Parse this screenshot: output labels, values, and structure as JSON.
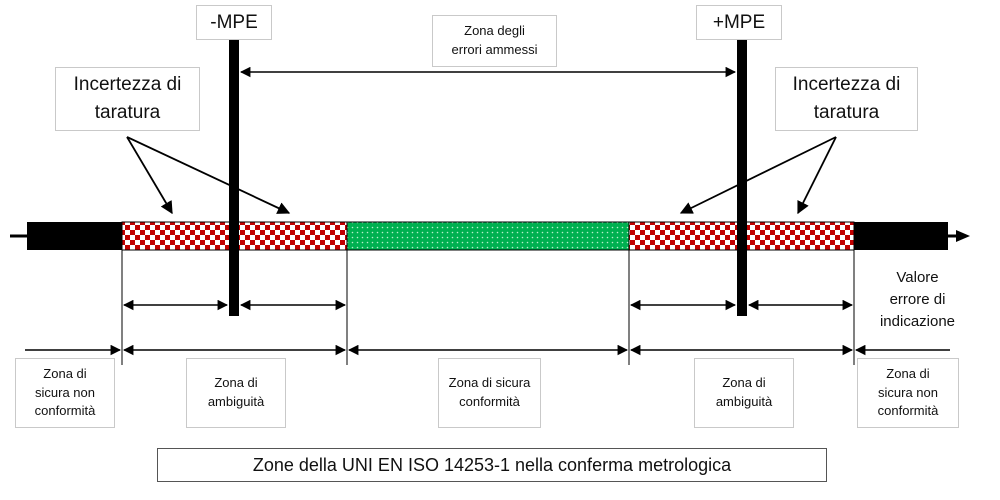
{
  "mpe_minus": "-MPE",
  "mpe_plus": "+MPE",
  "zona_errori": "Zona degli\nerrori ammessi",
  "incertezza_left": "Incertezza di\ntaratura",
  "incertezza_right": "Incertezza di\ntaratura",
  "valore_errore": "Valore\nerrore di\nindicazione",
  "zones": {
    "non_conf_left": "Zona di\nsicura non\nconformità",
    "ambiguita_left": "Zona di\nambiguità",
    "conformita": "Zona di sicura\nconformità",
    "ambiguita_right": "Zona di\nambiguità",
    "non_conf_right": "Zona di\nsicura non\nconformità"
  },
  "caption": "Zone della UNI EN ISO 14253-1 nella conferma metrologica",
  "colors": {
    "checker_red": "#c00000",
    "conformity_green": "#00b050",
    "bar_black": "#000000"
  }
}
